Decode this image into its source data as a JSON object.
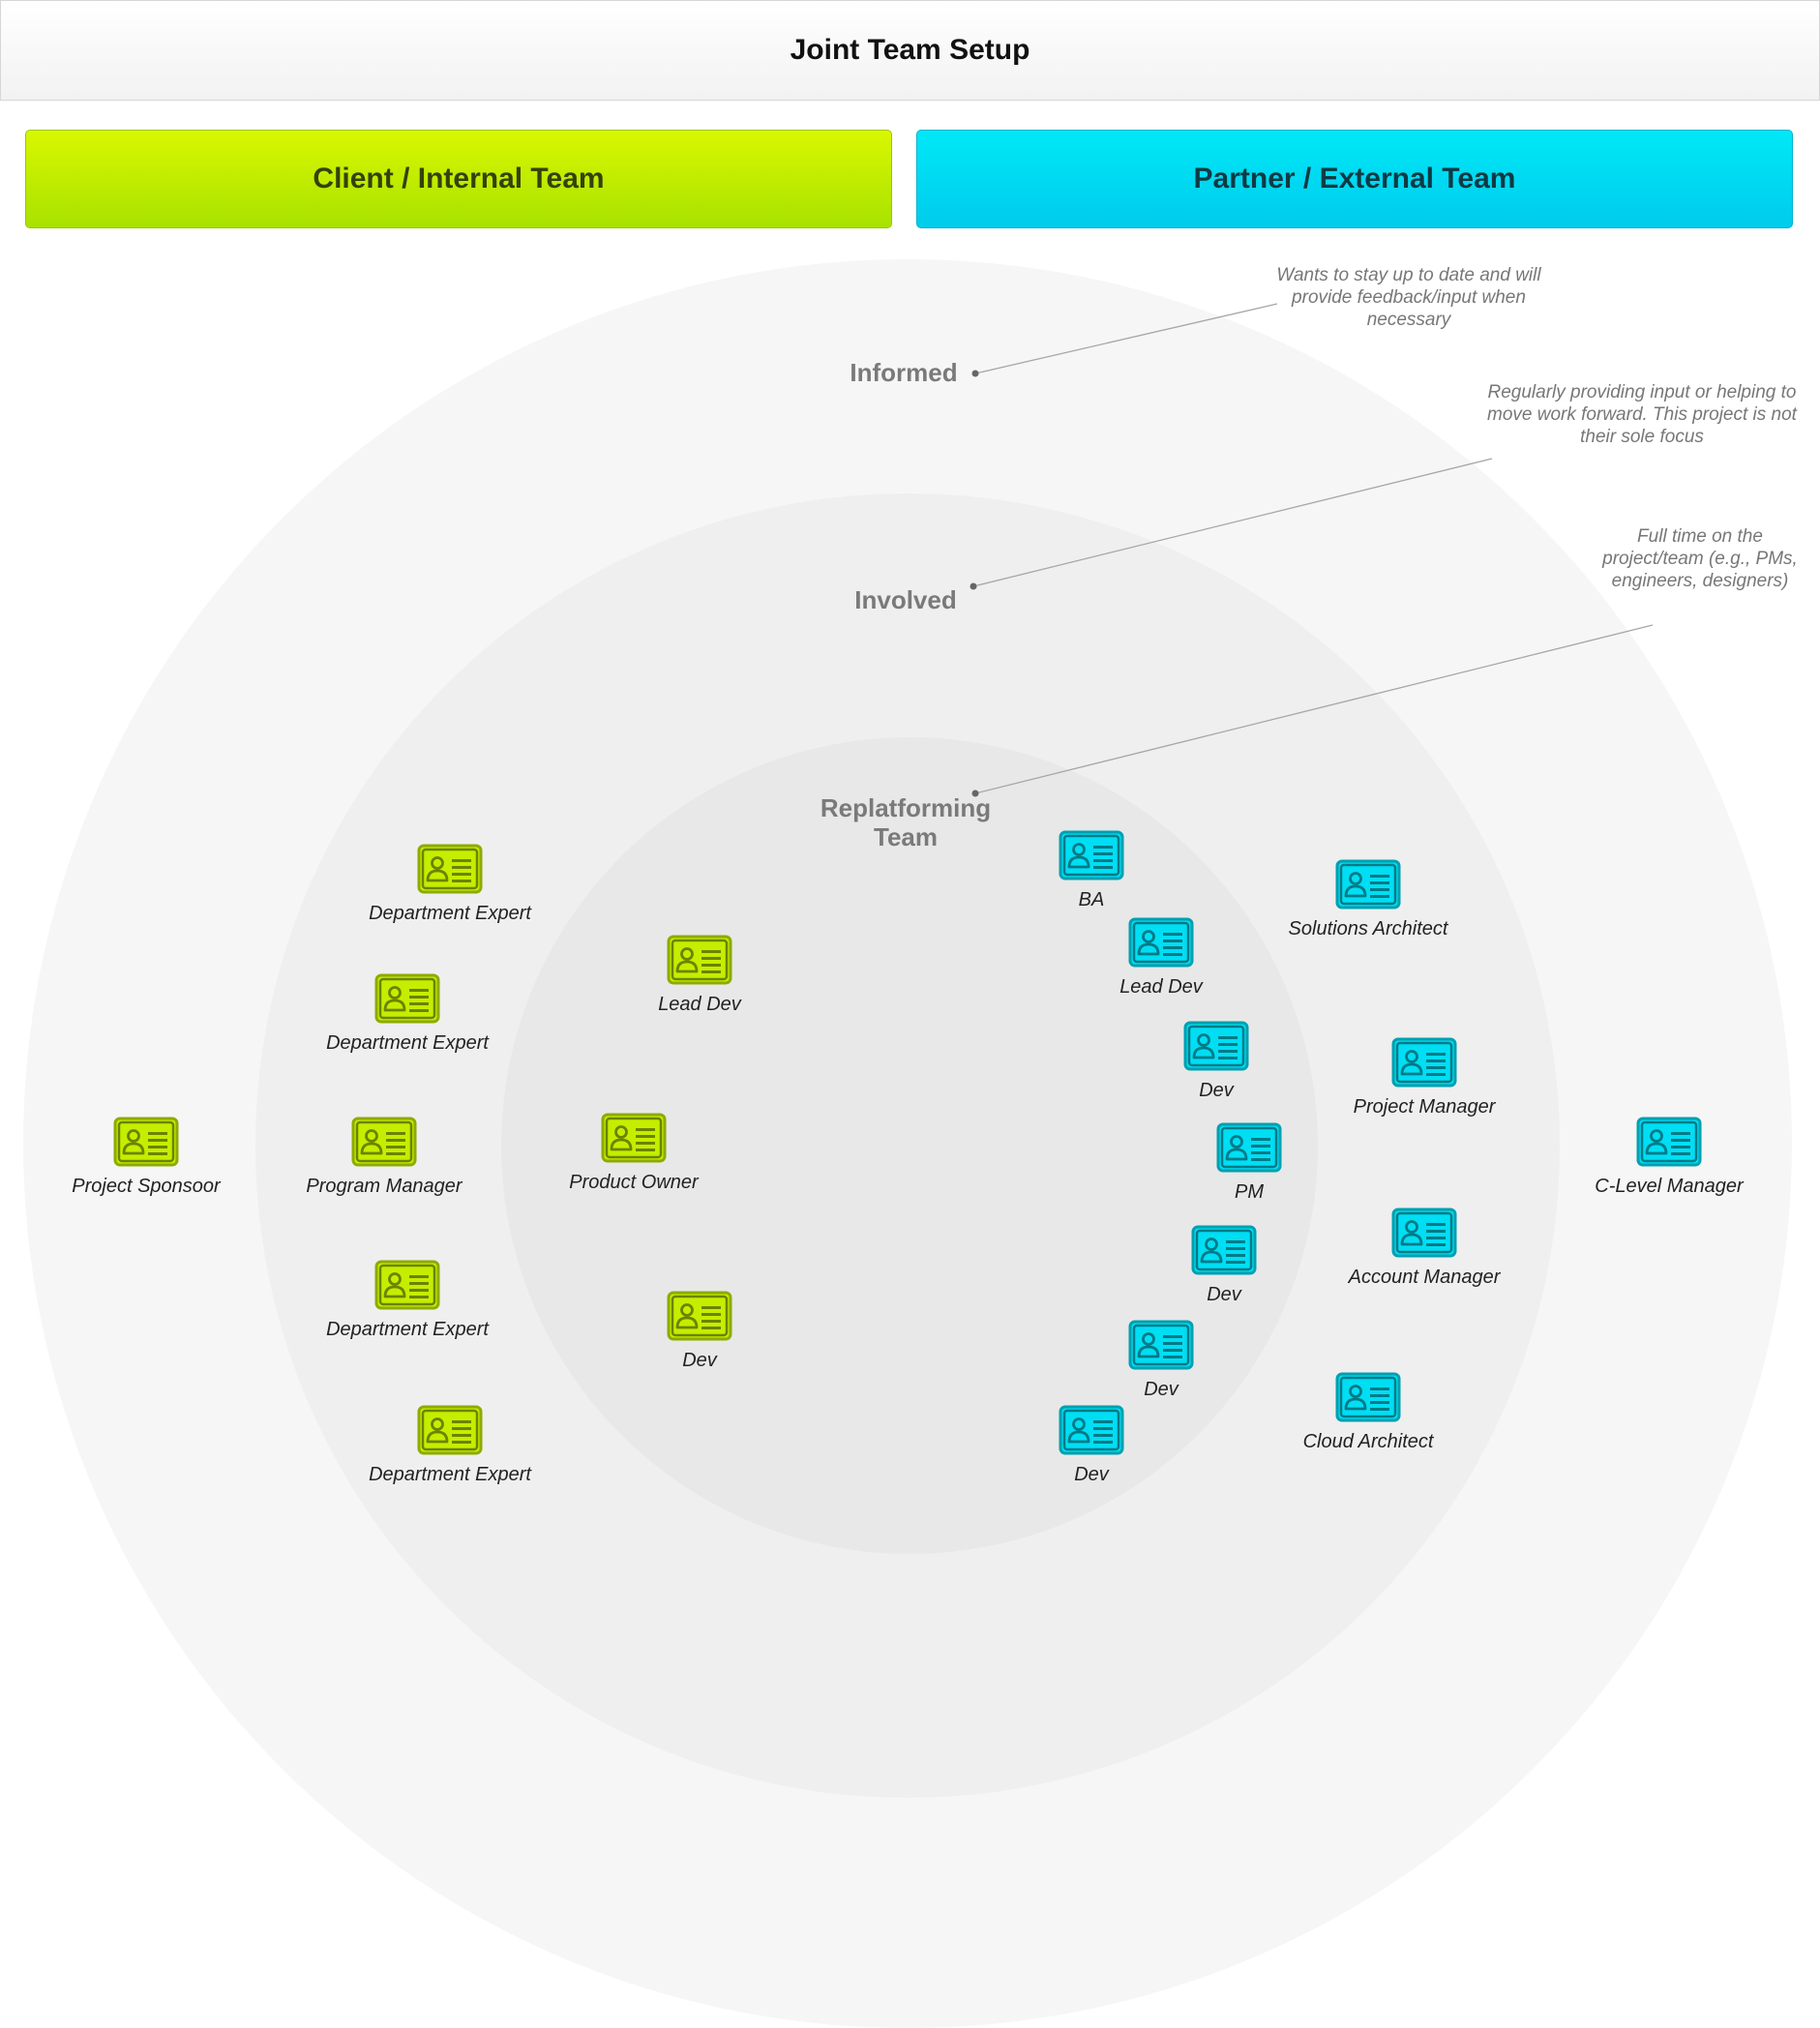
{
  "header": {
    "title": "Joint Team Setup"
  },
  "teams": {
    "client": {
      "label": "Client / Internal Team",
      "color": "#c4ee00"
    },
    "partner": {
      "label": "Partner / External Team",
      "color": "#00def4"
    }
  },
  "rings": {
    "informed": {
      "label": "Informed",
      "note": "Wants to stay up to date and will provide feedback/input when necessary"
    },
    "involved": {
      "label": "Involved",
      "note": "Regularly providing input or helping to move work forward. This project is not their sole focus"
    },
    "core": {
      "label": "Replatforming Team",
      "note": "Full time on the project/team (e.g., PMs, engineers, designers)"
    }
  },
  "people": {
    "client_department_expert_1": "Department Expert",
    "client_department_expert_2": "Department Expert",
    "client_lead_dev": "Lead Dev",
    "client_project_sponsor": "Project Sponsoor",
    "client_program_manager": "Program Manager",
    "client_product_owner": "Product Owner",
    "client_department_expert_3": "Department Expert",
    "client_dev": "Dev",
    "client_department_expert_4": "Department Expert",
    "partner_ba": "BA",
    "partner_lead_dev": "Lead Dev",
    "partner_solutions_architect": "Solutions Architect",
    "partner_dev_1": "Dev",
    "partner_project_manager": "Project Manager",
    "partner_pm": "PM",
    "partner_c_level_manager": "C-Level Manager",
    "partner_dev_2": "Dev",
    "partner_account_manager": "Account Manager",
    "partner_dev_3": "Dev",
    "partner_cloud_architect": "Cloud Architect",
    "partner_dev_4": "Dev"
  },
  "icons": {
    "client": "contact-card-icon",
    "partner": "contact-card-icon"
  }
}
